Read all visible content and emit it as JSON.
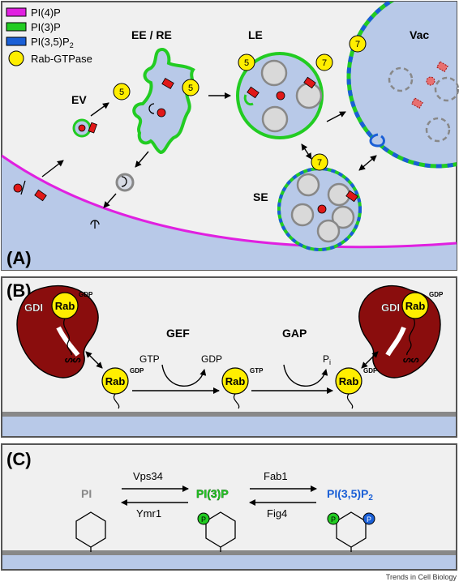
{
  "colors": {
    "pi4p": "#e020e0",
    "pi3p": "#22cc22",
    "pi35p2": "#1a5fd6",
    "rab": "#ffee00",
    "membrane_fill": "#b8c9e8",
    "cytosol": "#f0f0f0",
    "cargo": "#e01818",
    "gdi": "#8a0d0d",
    "pi_label": "#888888"
  },
  "icons": [
    "rab-gtpase-icon",
    "cargo-receptor-icon",
    "cargo-icon",
    "phosphate-icon",
    "hexagon-inositol-icon",
    "gdi-protein-icon",
    "membrane-anchor-icon"
  ],
  "panel_a": {
    "label": "(A)",
    "legend": {
      "pi4p": "PI(4)P",
      "pi3p": "PI(3)P",
      "pi35p2_base": "PI(3,5)P",
      "pi35p2_sub": "2",
      "rab": "Rab-GTPase"
    },
    "compartments": {
      "ev": "EV",
      "ee_re": "EE / RE",
      "le": "LE",
      "vac": "Vac",
      "se": "SE"
    },
    "rab_numbers": [
      "5",
      "5",
      "5",
      "7",
      "7",
      "7"
    ]
  },
  "panel_b": {
    "label": "(B)",
    "gdi": "GDI",
    "rab": "Rab",
    "gdp": "GDP",
    "gtp_sup": "GTP",
    "gef": "GEF",
    "gap": "GAP",
    "gtp_in": "GTP",
    "gdp_out": "GDP",
    "pi_base": "P",
    "pi_sub": "i"
  },
  "panel_c": {
    "label": "(C)",
    "pi": "PI",
    "pi3p": "PI(3)P",
    "pi35p2_base": "PI(3,5)P",
    "pi35p2_sub": "2",
    "vps34": "Vps34",
    "ymr1": "Ymr1",
    "fab1": "Fab1",
    "fig4": "Fig4",
    "phosphate": "P"
  },
  "credit": "Trends in Cell Biology"
}
